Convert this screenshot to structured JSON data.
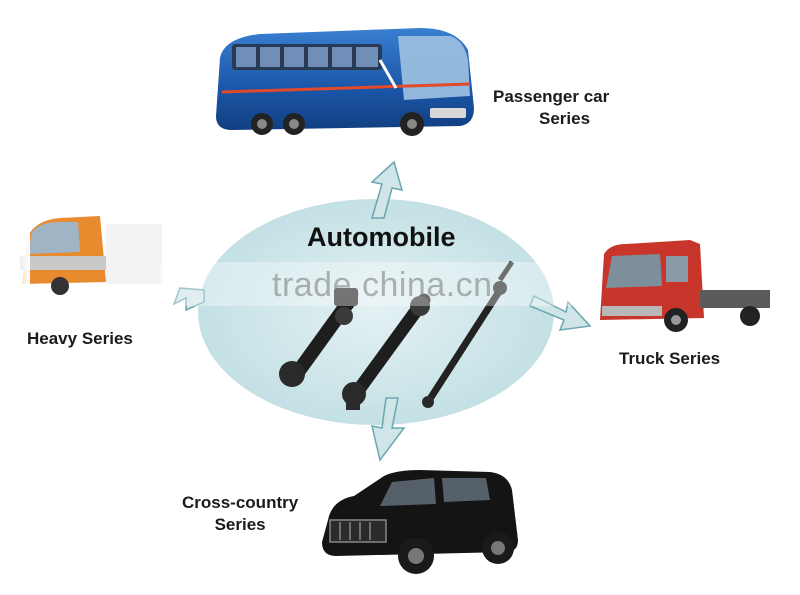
{
  "center": {
    "title": "Automobile"
  },
  "categories": {
    "passenger": {
      "line1": "Passenger car",
      "line2": "Series"
    },
    "heavy": {
      "label": "Heavy Series"
    },
    "truck": {
      "label": "Truck Series"
    },
    "cross": {
      "line1": "Cross-country",
      "line2": "Series"
    }
  },
  "watermark": "trade.china.cn",
  "colors": {
    "ellipse": "#cfe7ea",
    "arrow": "#cfe5e8",
    "arrow_stroke": "#6aa6b0",
    "bus_body": "#1f5fb5",
    "truck_cab": "#c8352b",
    "heavy_cab": "#e88a2e",
    "suv": "#141414"
  }
}
